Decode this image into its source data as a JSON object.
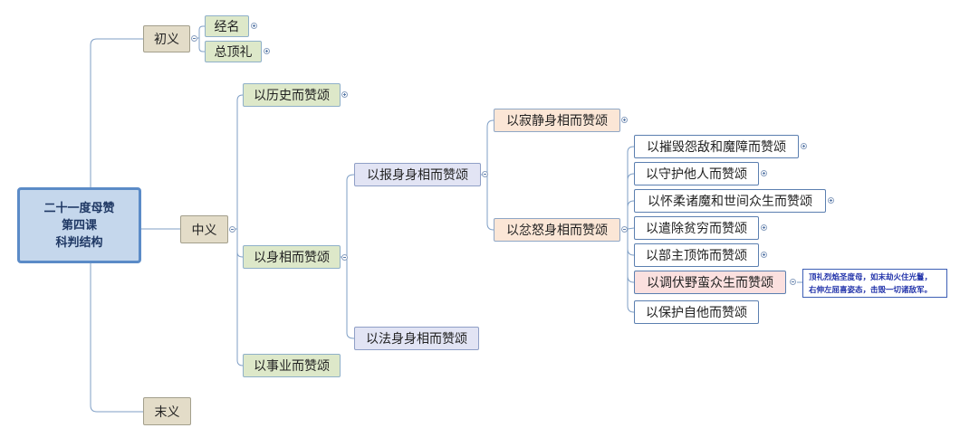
{
  "mindmap": {
    "root": {
      "lines": [
        "二十一度母赞",
        "第四课",
        "科判结构"
      ]
    },
    "level1": [
      "初义",
      "中义",
      "末义"
    ],
    "chuyi_children": [
      "经名",
      "总顶礼"
    ],
    "zhongyi_children": [
      "以历史而赞颂",
      "以身相而赞颂",
      "以事业而赞颂"
    ],
    "shenxiang_children": [
      "以报身身相而赞颂",
      "以法身身相而赞颂"
    ],
    "baoshen_children": [
      "以寂静身相而赞颂",
      "以忿怒身相而赞颂"
    ],
    "fennu_children": [
      "以摧毁怨敌和魔障而赞颂",
      "以守护他人而赞颂",
      "以怀柔诸魔和世间众生而赞颂",
      "以遣除贫穷而赞颂",
      "以部主顶饰而赞颂",
      "以调伏野蛮众生而赞颂",
      "以保护自他而赞颂"
    ],
    "note_lines": [
      "顶礼烈焰圣度母，如末劫火住光鬘，",
      "右伸左屈喜姿态，击毁一切诸敌军。"
    ]
  },
  "colors": {
    "root_fill": "#c5d7ec",
    "root_border": "#5b8bc7",
    "level1_fill": "#e3dcc8",
    "level2_fill": "#dde8c9",
    "level3_fill": "#e2e4f4",
    "level4_fill": "#fbe6d6",
    "highlight_fill": "#fbe0df",
    "connector": "#7f9fc6",
    "note_text": "#2233aa"
  }
}
